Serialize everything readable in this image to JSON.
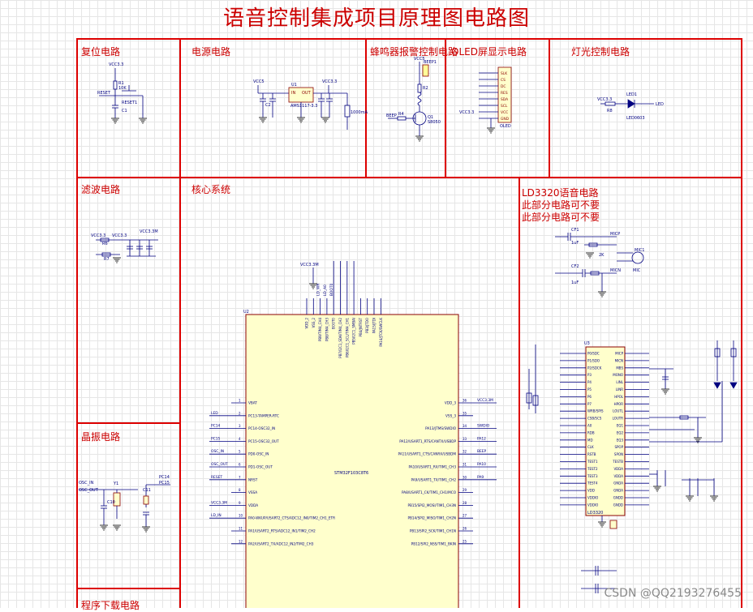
{
  "title": "语音控制集成项目原理图电路图",
  "sections": {
    "reset": "复位电路",
    "power": "电源电路",
    "buzzer": "蜂鸣器报警控制电路",
    "oled": "OLED屏显示电路",
    "light": "灯光控制电路",
    "filter": "滤波电路",
    "core": "核心系统",
    "crystal": "晶振电路",
    "download": "程序下载电路"
  },
  "ld3320": {
    "title": "LD3320语音电路",
    "note1": "此部分电路可不要",
    "note2": "此部分电路可不要"
  },
  "reset_labels": {
    "vcc": "VCC3.3",
    "net": "RESET",
    "sw": "RESET1",
    "r": "R1",
    "rv": "10K",
    "c": "C1"
  },
  "power_labels": {
    "vcc": "VCC5",
    "u": "U1",
    "part": "AMS1117-3.3",
    "vout": "VCC3.3",
    "c": "C2",
    "r": "1000mA",
    "in": "IN",
    "out": "OUT"
  },
  "buzzer_labels": {
    "vcc": "VCC5",
    "part": "BEEP1",
    "r": "R2",
    "q": "Q1",
    "qpart": "S8050",
    "net": "BEEP",
    "rb": "R4"
  },
  "oled_labels": {
    "part": "OLED",
    "vcc": "VCC3.3",
    "pins": [
      "SLK",
      "CS",
      "DC",
      "RES",
      "SDA",
      "SCL",
      "VCC",
      "GND"
    ]
  },
  "light_labels": {
    "vcc": "VCC3.3",
    "r": "R8",
    "led": "LED1",
    "net": "LED",
    "part": "LED0603"
  },
  "filter_labels": {
    "vcc1": "VCC3.3",
    "vcc2": "VCC3.3",
    "vcc3": "VCC3.3M",
    "r6": "R6",
    "r7": "R7"
  },
  "crystal_labels": {
    "in": "OSC_IN",
    "out": "OSC_OUT",
    "y1": "Y1",
    "c1": "C10",
    "c2": "C11",
    "pc14": "PC14",
    "pc15": "PC15"
  },
  "mcu": {
    "ref": "U2",
    "part": "STM32F103C8T6",
    "left_pins": [
      {
        "num": "1",
        "name": "VBAT",
        "net": ""
      },
      {
        "num": "2",
        "name": "PC13-TAMPER-RTC",
        "net": "LED"
      },
      {
        "num": "3",
        "name": "PC14-OSC32_IN",
        "net": "PC14"
      },
      {
        "num": "4",
        "name": "PC15-OSC32_OUT",
        "net": "PC15"
      },
      {
        "num": "5",
        "name": "PD0-OSC_IN",
        "net": "OSC_IN"
      },
      {
        "num": "6",
        "name": "PD1-OSC_OUT",
        "net": "OSC_OUT"
      },
      {
        "num": "7",
        "name": "NRST",
        "net": "RESET"
      },
      {
        "num": "8",
        "name": "VSSA",
        "net": ""
      },
      {
        "num": "9",
        "name": "VDDA",
        "net": "VCC3.3M"
      },
      {
        "num": "10",
        "name": "PA0-WKUP/USART2_CTS/ADC12_IN0/TIM2_CH1_ETR",
        "net": "LD_IN"
      },
      {
        "num": "11",
        "name": "PA1/USART2_RTS/ADC12_IN1/TIM2_CH2",
        "net": ""
      },
      {
        "num": "12",
        "name": "PA2/USART2_TX/ADC12_IN2/TIM2_CH3",
        "net": ""
      }
    ],
    "right_pins": [
      {
        "num": "36",
        "name": "VDD_3",
        "net": "VCC3.3M"
      },
      {
        "num": "35",
        "name": "VSS_3",
        "net": ""
      },
      {
        "num": "34",
        "name": "PA13/JTMS/SWDIO",
        "net": "SWDIO"
      },
      {
        "num": "33",
        "name": "PA12/USART1_RTS/CANTX/USBDP",
        "net": "PA12"
      },
      {
        "num": "32",
        "name": "PA11/USART1_CTS/CANRX/USBDM",
        "net": "BEEP"
      },
      {
        "num": "31",
        "name": "PA10/USART1_RX/TIM1_CH3",
        "net": "PA10"
      },
      {
        "num": "30",
        "name": "PA9/USART1_TX/TIM1_CH2",
        "net": "PA9"
      },
      {
        "num": "29",
        "name": "PA8/USART1_CK/TIM1_CH1/MCO",
        "net": ""
      },
      {
        "num": "28",
        "name": "PB15/SPI2_MOSI/TIM1_CH3N",
        "net": ""
      },
      {
        "num": "27",
        "name": "PB14/SPI2_MISO/TIM1_CH2N",
        "net": ""
      },
      {
        "num": "26",
        "name": "PB13/SPI2_SCK/TIM1_CH1N",
        "net": ""
      },
      {
        "num": "25",
        "name": "PB12/SPI2_NSS/TIM1_BKIN",
        "net": ""
      }
    ],
    "top_pins": [
      "VDD_2",
      "VSS_2",
      "PB9/TIM4_CH4",
      "PB8/TIM4_CH3",
      "BOOT0",
      "PB7/I2C1_SDA/TIM4_CH2",
      "PB6/I2C1_SCL/TIM4_CH1",
      "PB5/I2C1_SMBAI",
      "PB4/JNTRST",
      "PB3/JTDO",
      "PA15/JTDI",
      "PA14/JTCK/SWCLK"
    ],
    "top_nets": [
      "VCC3.3M",
      "",
      "LD_WR",
      "LD_A0",
      "BOOT0",
      "",
      "",
      "",
      "",
      "",
      "",
      ""
    ]
  },
  "ld3320_chip": {
    "ref": "U3",
    "part": "LD3320",
    "left": [
      "P0/SDC",
      "P1/SDO",
      "P2/SDCK",
      "P3",
      "P4",
      "P5",
      "P6",
      "P7",
      "WRB/SPIS",
      "CSB/SCS",
      "A0",
      "RDB",
      "MD",
      "CLK",
      "RSTB",
      "TEST1",
      "TEST2",
      "TEST3",
      "TEST4",
      "VDD",
      "VDDIO",
      "VDDIO"
    ],
    "right": [
      "MICP",
      "MICN",
      "MBS",
      "MONO",
      "LINL",
      "LINR",
      "HPOL",
      "HPOR",
      "LOUTL",
      "LOUTR",
      "EQ1",
      "EQ2",
      "EQ3",
      "SPOP",
      "SPON",
      "TESTB",
      "VDDA",
      "VDDA",
      "GNDA",
      "GNDA",
      "GNDD",
      "GNDD"
    ]
  },
  "mic": {
    "part": "MIC1",
    "label": "MIC",
    "c1": "CF1",
    "c2": "CF2",
    "v1": "1uF",
    "v2": "1uF",
    "r": "2K",
    "net_p": "MICP",
    "net_n": "MICN"
  },
  "watermark": "CSDN @QQ2193276455"
}
